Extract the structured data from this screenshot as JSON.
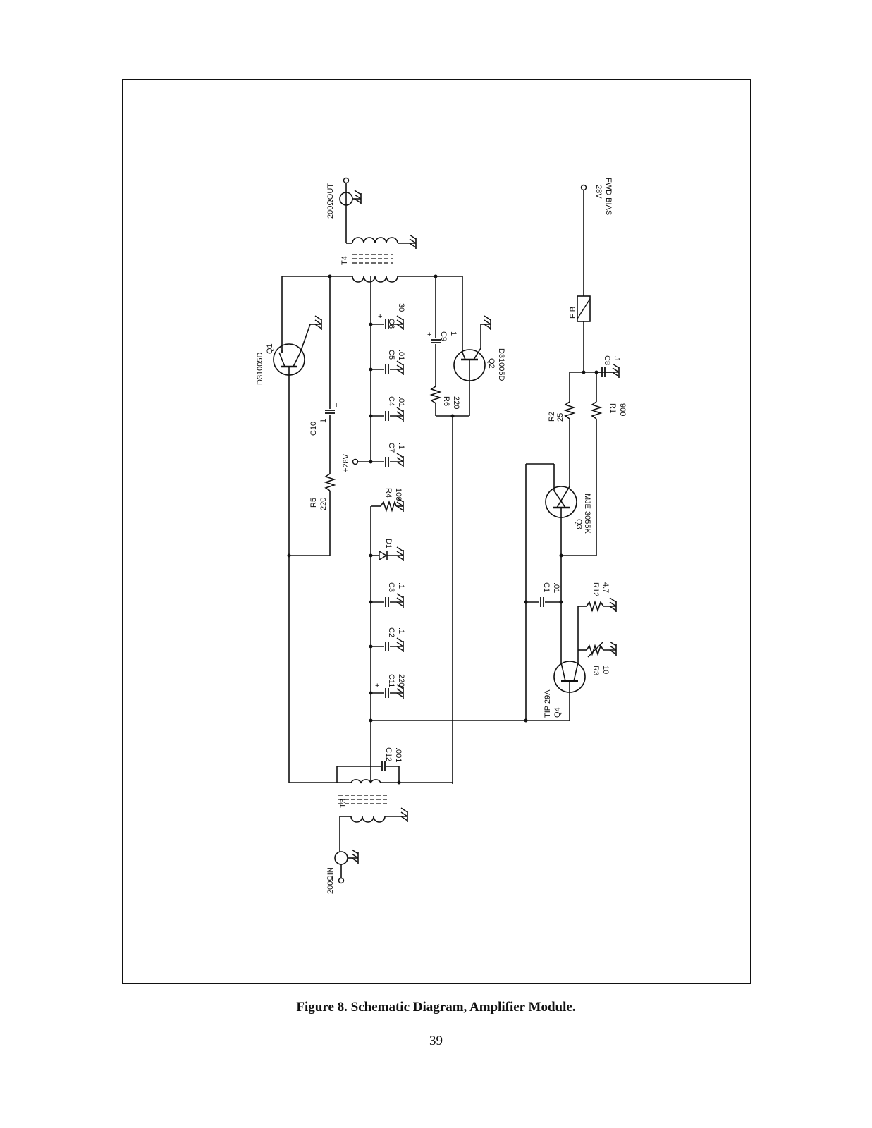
{
  "figure": {
    "caption": "Figure 8. Schematic Diagram, Amplifier Module.",
    "page_number": "39"
  },
  "schematic": {
    "labels": {
      "out_port": "200ΩOUT",
      "in_port": "200ΩIN",
      "t4": "T4",
      "t3": "T3",
      "q1_part": "D31005D",
      "q1": "Q1",
      "q2": "Q2",
      "q2_part": "D31005D",
      "q3": "Q3",
      "q3_part": "MJE 3055K",
      "q4_part": "TIP 29A",
      "q4": "Q4",
      "c10": "C10",
      "c10_val": "1",
      "r5": "R5",
      "r5_val": "220",
      "plus28v": "+28V",
      "c6": "C6",
      "c6_val": "30",
      "c5": "C5",
      "c5_val": ".01",
      "c4": "C4",
      "c4_val": ".01",
      "c7": "C7",
      "c7_val": ".1",
      "c9": "C9",
      "c9_val": "1",
      "r6": "R6",
      "r6_val": "220",
      "r4": "R4",
      "r4_val": "100",
      "d1": "D1",
      "c3": "C3",
      "c3_val": ".1",
      "c2": "C2",
      "c2_val": ".1",
      "c11": "C11",
      "c11_val": "220",
      "c12": "C12",
      "c12_val": ".001",
      "fwd_bias_v": "28V",
      "fwd_bias": "FWD BIAS",
      "fb": "F B",
      "c8": "C8",
      "c8_val": ".1",
      "r2": "R2",
      "r2_val": "25",
      "r1": "R1",
      "r1_val": "900",
      "c1": "C1",
      "c1_val": ".01",
      "r12": "R12",
      "r12_val": "4.7",
      "r3": "R3",
      "r3_val": "10",
      "plus": "+"
    }
  }
}
